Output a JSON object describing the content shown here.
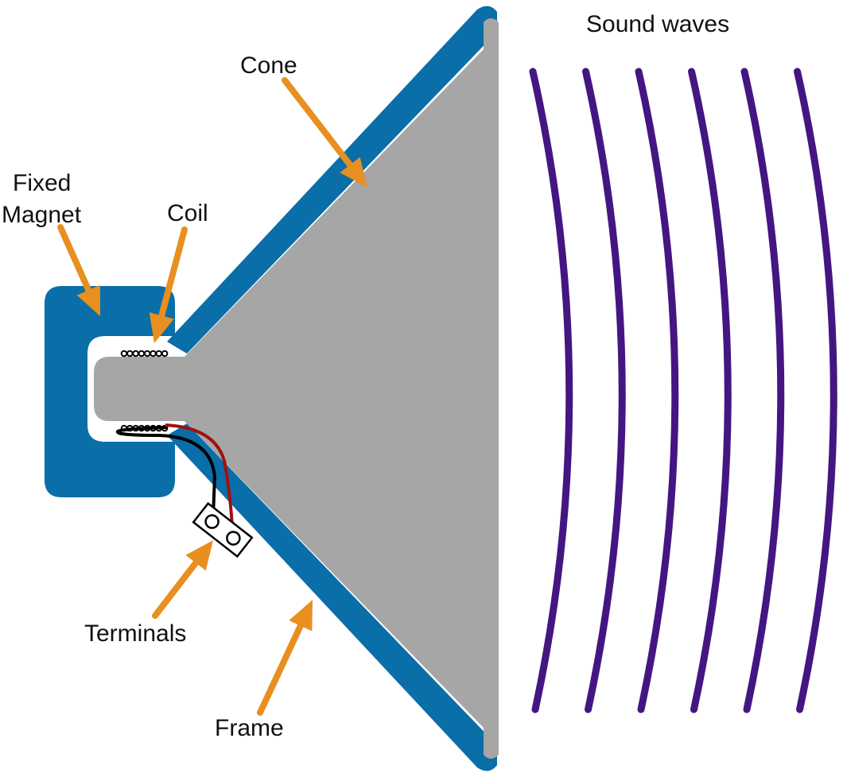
{
  "title": "Loudspeaker diagram",
  "colors": {
    "frame": "#0a6ea8",
    "cone": "#a6a6a6",
    "arrow": "#e88f1f",
    "wave": "#441682",
    "wire_black": "#000000",
    "wire_red": "#a01010",
    "text": "#111111"
  },
  "labels": {
    "cone": "Cone",
    "fixed_magnet_line1": "Fixed",
    "fixed_magnet_line2": "Magnet",
    "coil": "Coil",
    "terminals": "Terminals",
    "frame": "Frame",
    "sound_waves": "Sound waves"
  },
  "sound_waves": {
    "count": 6
  }
}
